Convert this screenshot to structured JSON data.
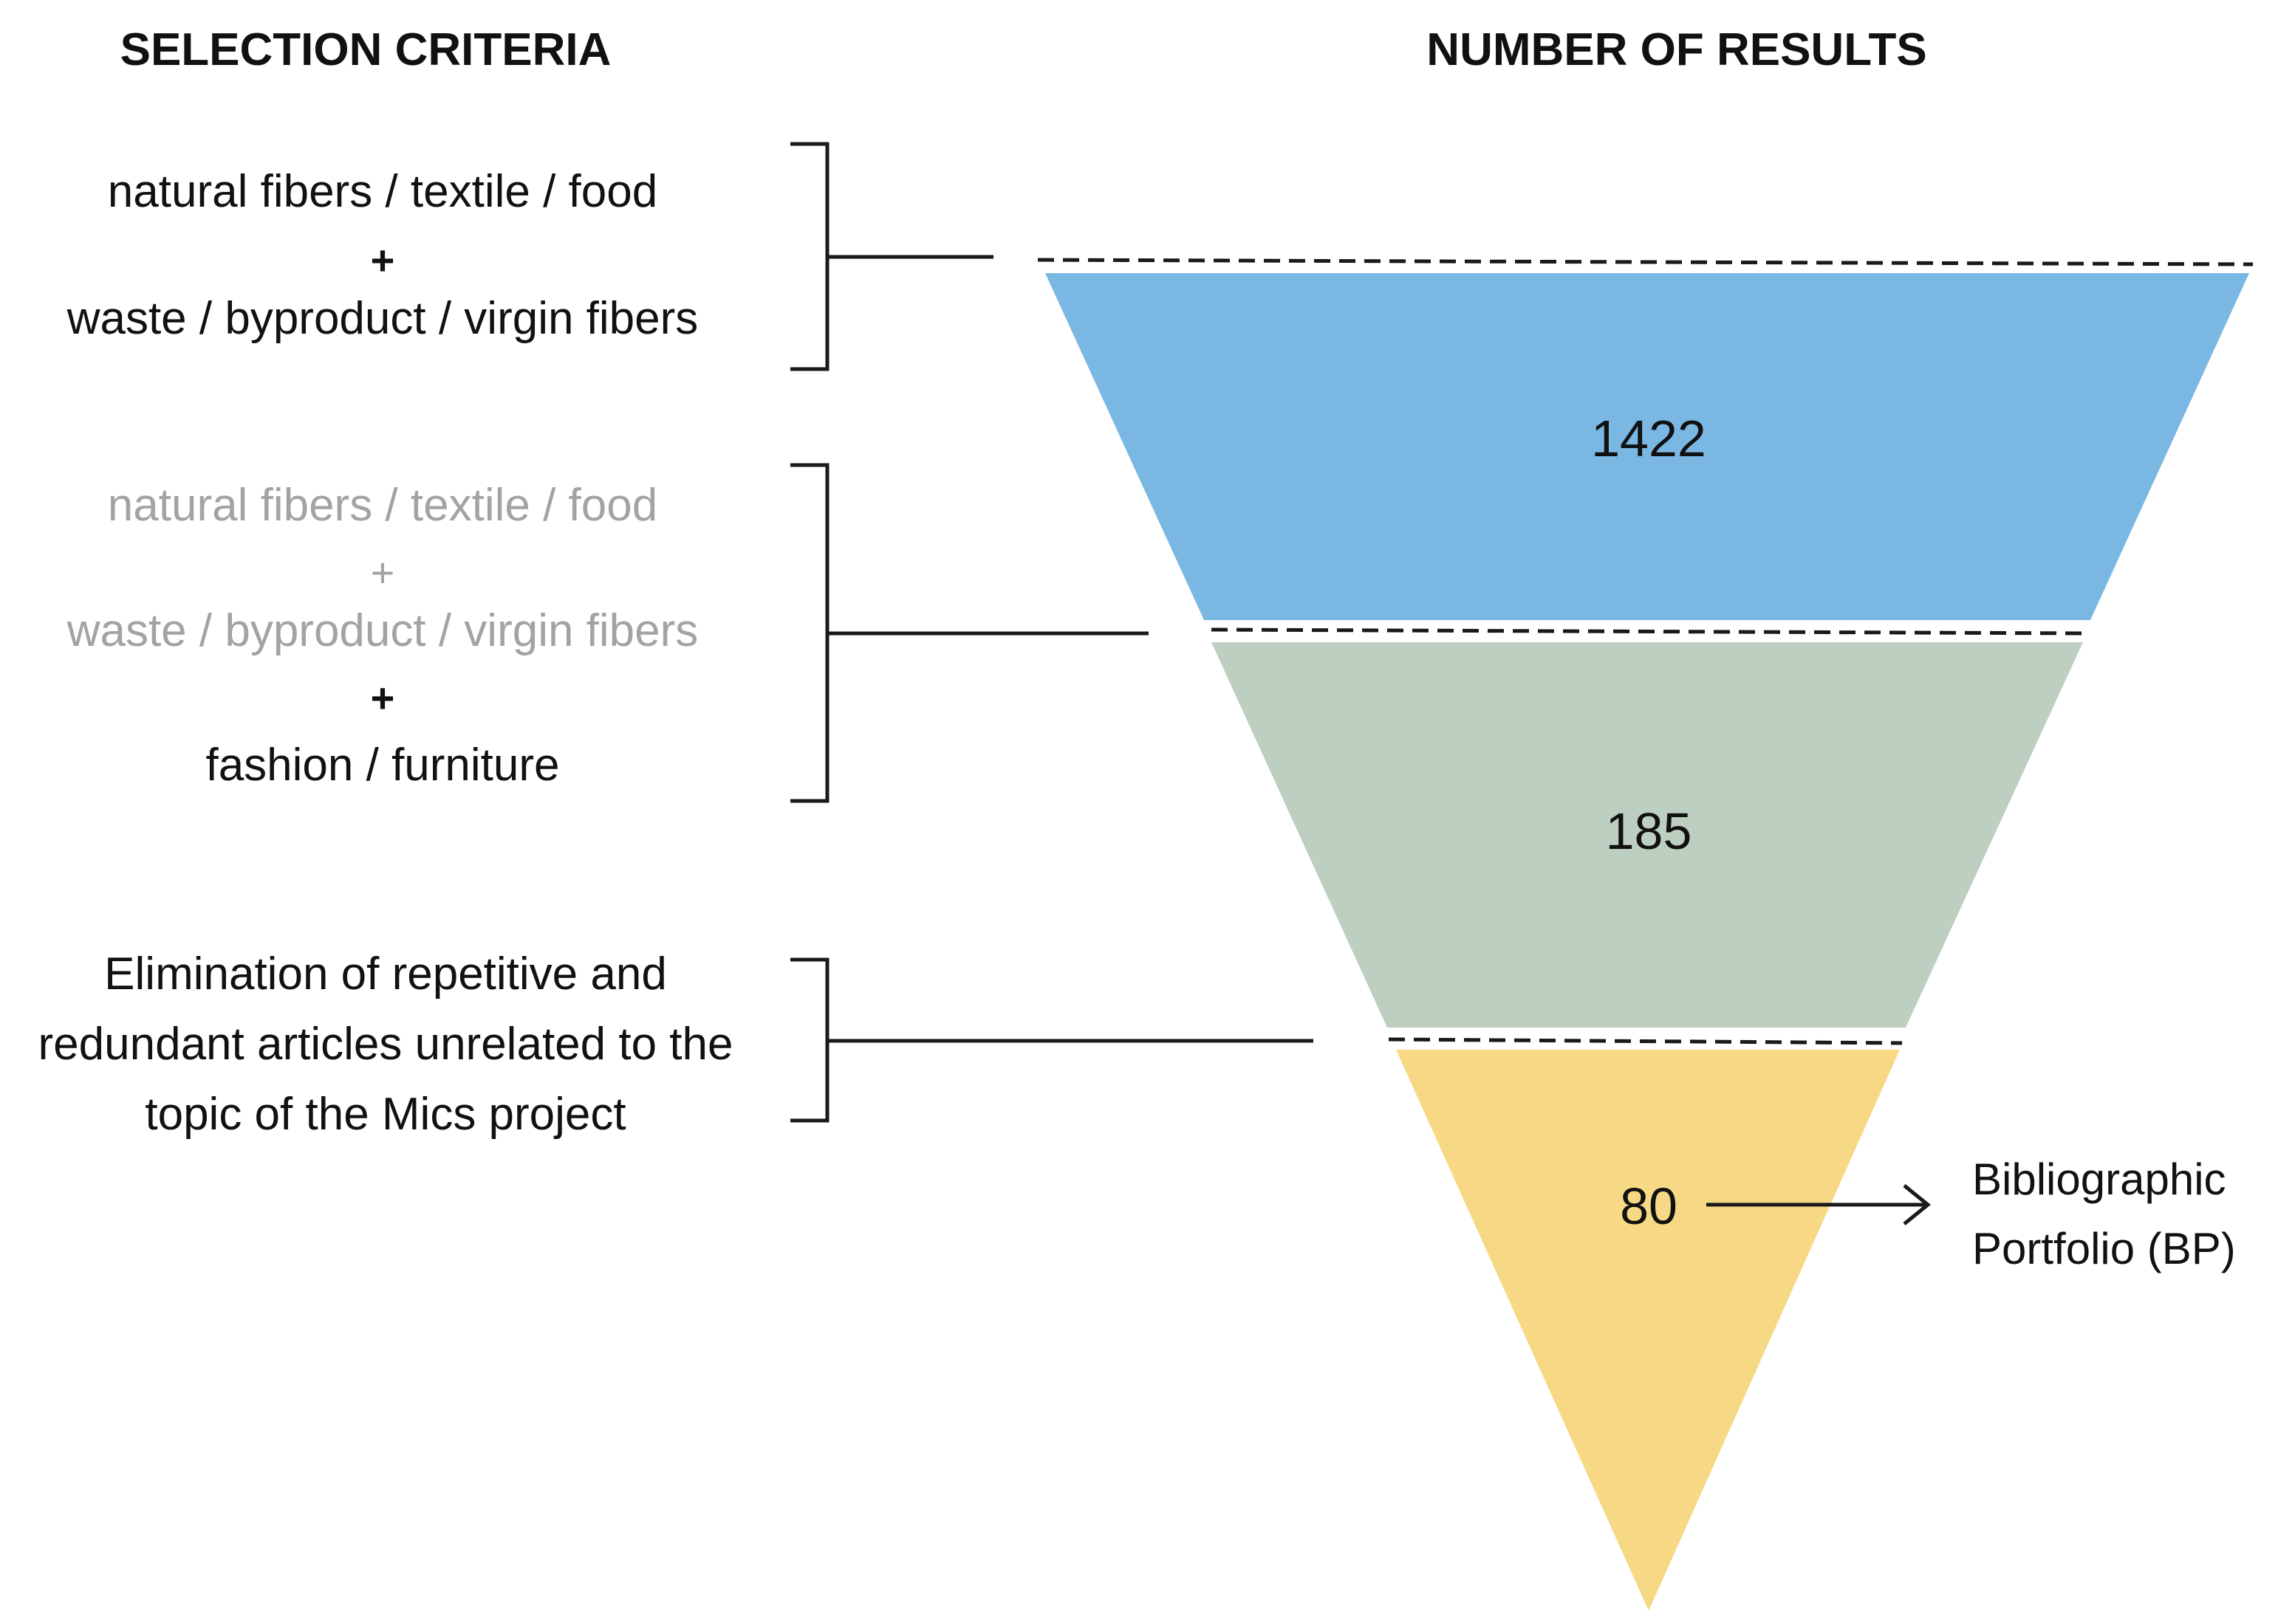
{
  "headers": {
    "left": "SELECTION CRITERIA",
    "right": "NUMBER OF RESULTS"
  },
  "criteria": [
    {
      "lines": [
        {
          "text": "natural fibers / textile / food",
          "style": "normal"
        },
        {
          "text": "+",
          "style": "plus"
        },
        {
          "text": "waste / byproduct / virgin fibers",
          "style": "normal"
        }
      ]
    },
    {
      "lines": [
        {
          "text": "natural fibers / textile / food",
          "style": "muted"
        },
        {
          "text": "+",
          "style": "muted-plus"
        },
        {
          "text": "waste / byproduct / virgin fibers",
          "style": "muted"
        },
        {
          "text": "+",
          "style": "plus"
        },
        {
          "text": "fashion / furniture",
          "style": "normal"
        }
      ]
    },
    {
      "lines": [
        {
          "text": "Elimination of repetitive and",
          "style": "normal"
        },
        {
          "text": "redundant articles unrelated to the",
          "style": "normal"
        },
        {
          "text": "topic of the Mics project",
          "style": "normal"
        }
      ]
    }
  ],
  "funnel": [
    {
      "value": "1422",
      "color": "#7ab8e3"
    },
    {
      "value": "185",
      "color": "#bdcfc0"
    },
    {
      "value": "80",
      "color": "#f7d985"
    }
  ],
  "output_label": {
    "line1": "Bibliographic",
    "line2": "Portfolio (BP)"
  },
  "colors": {
    "text": "#111111",
    "muted_text": "#a3a3a3",
    "lines": "#1a1a1a"
  }
}
